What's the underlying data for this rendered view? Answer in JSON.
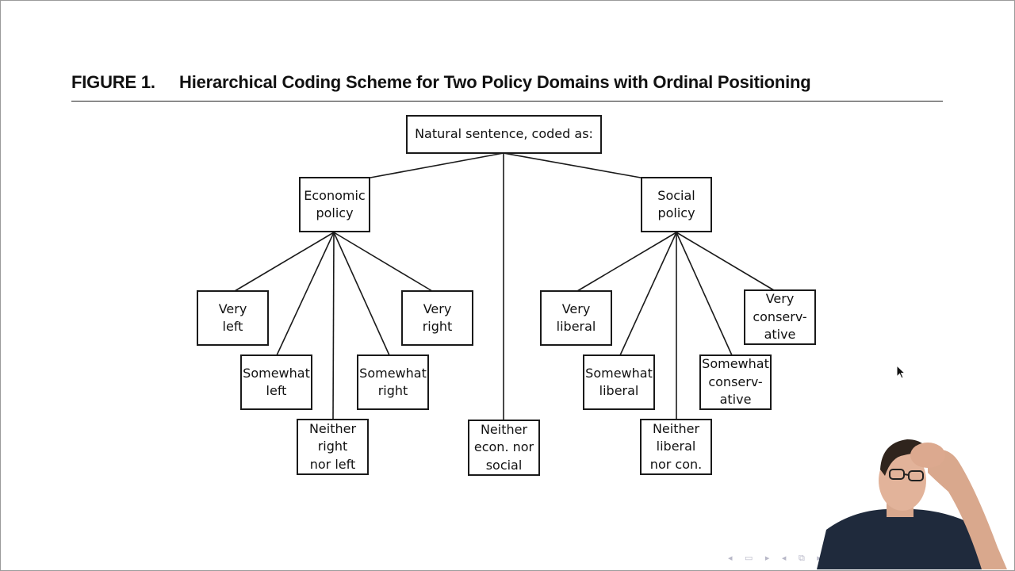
{
  "figure": {
    "number": "FIGURE 1.",
    "title": "Hierarchical Coding Scheme for Two Policy Domains with Ordinal Positioning"
  },
  "diagram": {
    "root": "Natural sentence, coded as:",
    "economic": {
      "label": "Economic\npolicy",
      "very_left": "Very\nleft",
      "somewhat_left": "Somewhat\nleft",
      "neither": "Neither\nright\nnor left",
      "somewhat_right": "Somewhat\nright",
      "very_right": "Very\nright"
    },
    "neither_domain": "Neither\necon. nor\nsocial",
    "social": {
      "label": "Social\npolicy",
      "very_liberal": "Very\nliberal",
      "somewhat_liberal": "Somewhat\nliberal",
      "neither": "Neither\nliberal\nnor con.",
      "somewhat_conservative": "Somewhat\nconserv-\native",
      "very_conservative": "Very\nconserv-\native"
    }
  },
  "slide_nav": {
    "icons": [
      "prev-icon",
      "frame-icon",
      "next-icon",
      "section-prev-icon",
      "section-icon",
      "section-next-icon"
    ],
    "glyphs": "◂ ▭ ▸ ◂ ⧉ ▸"
  },
  "colors": {
    "line": "#1a1a1a",
    "background": "#ffffff",
    "nav": "#b8b8c8"
  }
}
